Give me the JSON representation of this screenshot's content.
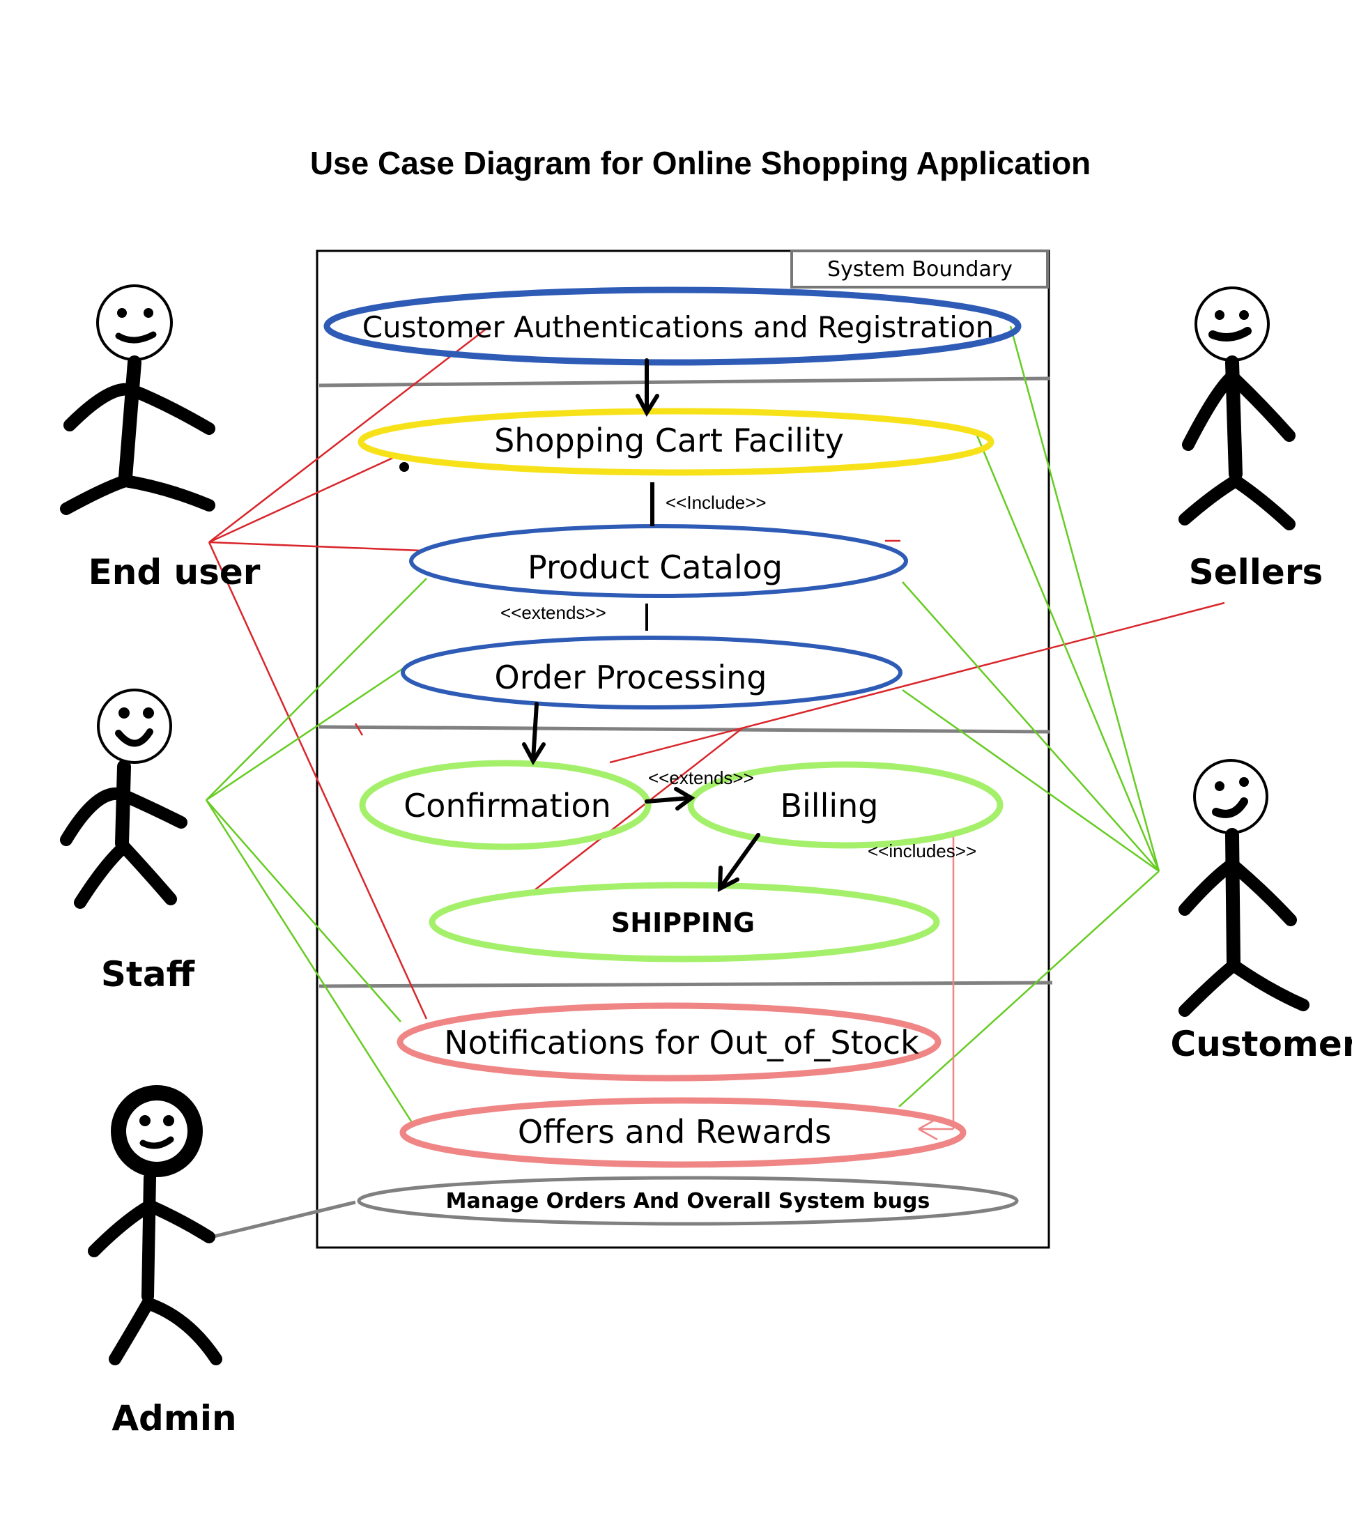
{
  "title": "Use Case Diagram for Online Shopping Application",
  "system_boundary_label": "System Boundary",
  "actors": {
    "end_user": "End user",
    "staff": "Staff",
    "admin": "Admin",
    "sellers": "Sellers",
    "customer": "Customer"
  },
  "use_cases": {
    "auth": "Customer Authentications and Registration",
    "cart": "Shopping Cart Facility",
    "catalog": "Product Catalog",
    "order": "Order Processing",
    "confirmation": "Confirmation",
    "billing": "Billing",
    "shipping": "SHIPPING",
    "notifications": "Notifications for Out_of_Stock",
    "offers": "Offers and Rewards",
    "manage": "Manage Orders And Overall System bugs"
  },
  "stereotypes": {
    "include": "<<Include>>",
    "extends_catalog": "<<extends>>",
    "extends_billing": "<<extends>>",
    "includes_billing": "<<includes>>"
  },
  "colors": {
    "blue": "#2e5bb5",
    "yellow": "#f7e21a",
    "green": "#a4f06a",
    "pink": "#ef8585",
    "gray": "#808080",
    "red_line": "#d9262b",
    "green_line": "#66cc22"
  }
}
